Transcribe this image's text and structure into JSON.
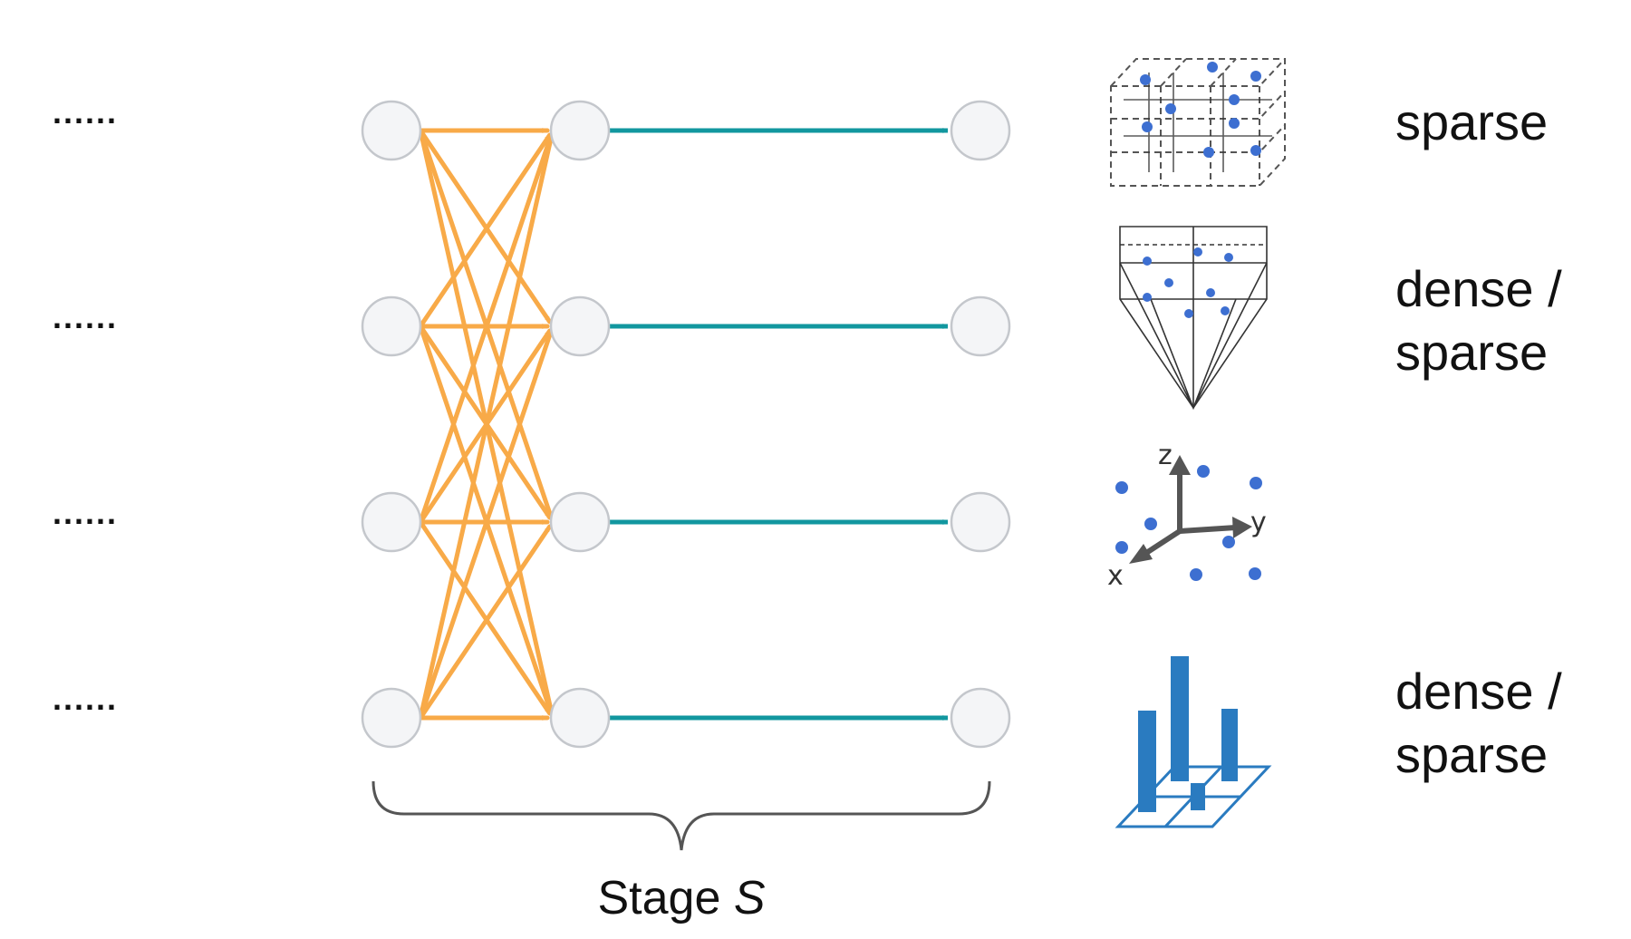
{
  "diagram": {
    "row_ellipses": [
      "......",
      "......",
      "......",
      "......"
    ],
    "representation_labels": [
      {
        "lines": [
          "sparse"
        ]
      },
      {
        "lines": [
          "dense /",
          "sparse"
        ]
      },
      {
        "lines": []
      },
      {
        "lines": [
          "dense /",
          "sparse"
        ]
      }
    ],
    "stage_label": {
      "prefix": "Stage ",
      "variable": "S"
    },
    "representation_icons": [
      "voxel-grid-icon",
      "frustum-icon",
      "point-cloud-icon",
      "bev-bar-chart-icon"
    ],
    "axis_letters": {
      "z": "z",
      "y": "y",
      "x": "x"
    },
    "colors": {
      "fully_connected_arrows": "#f8aa48",
      "stage_arrows": "#12979f",
      "node_fill": "#f4f5f7",
      "node_stroke": "#c4c7cc",
      "points": "#3d6fd1",
      "bars": "#2a7bc0"
    },
    "layers": {
      "nodes_per_column": 4,
      "columns": 3
    }
  }
}
